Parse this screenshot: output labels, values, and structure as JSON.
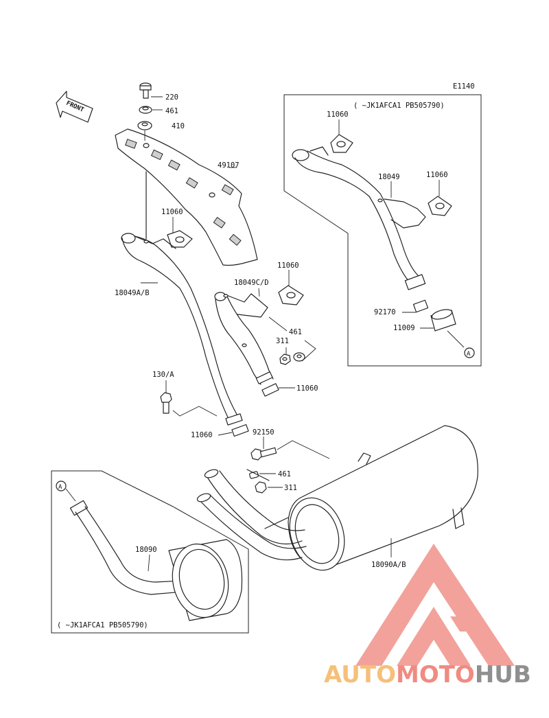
{
  "diagram_code": "E1140",
  "front_label": "FRONT",
  "callouts": {
    "c220": "220",
    "c461_top": "461",
    "c410": "410",
    "c49107": "49107",
    "c11060_a": "11060",
    "c18049ab": "18049A/B",
    "c11060_b": "11060",
    "c18049cd": "18049C/D",
    "c461_mid": "461",
    "c311_mid": "311",
    "c11060_c": "11060",
    "c130a": "130/A",
    "c11060_d": "11060",
    "c92150": "92150",
    "c461_low": "461",
    "c311_low": "311",
    "c18090ab": "18090A/B",
    "c18090": "18090",
    "r11060_top": "11060",
    "r18049": "18049",
    "r11060_right": "11060",
    "r92170": "92170",
    "r11009": "11009",
    "ref_a_right": "A",
    "ref_a_left": "A"
  },
  "box_right_note": "(   ~JK1AFCA1 PB505790)",
  "box_left_note": "(   ~JK1AFCA1 PB505790)",
  "watermark": {
    "part1": "AUTO",
    "part2": "MOTO",
    "part3": "HUB",
    "color1": "#f5c07a",
    "color2": "#f08b82",
    "color3": "#8f8f8f",
    "logo_color": "#f08b82"
  }
}
